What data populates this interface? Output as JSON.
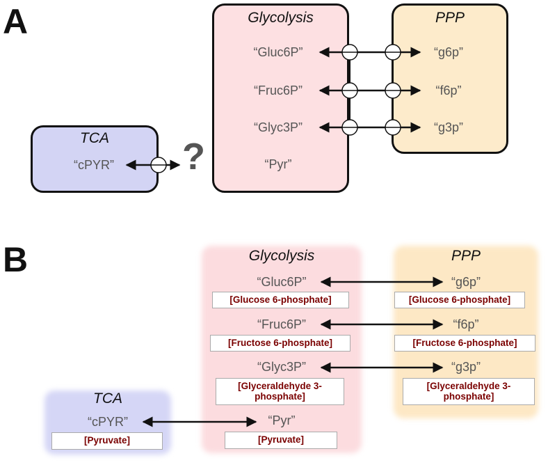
{
  "panelA": {
    "label": "A",
    "glycolysis": {
      "title": "Glycolysis",
      "metabolites": [
        "“Gluc6P”",
        "“Fruc6P”",
        "“Glyc3P”",
        "“Pyr”"
      ]
    },
    "ppp": {
      "title": "PPP",
      "metabolites": [
        "“g6p”",
        "“f6p”",
        "“g3p”"
      ]
    },
    "tca": {
      "title": "TCA",
      "metabolites": [
        "“cPYR”"
      ]
    },
    "unknown_link": "?"
  },
  "panelB": {
    "label": "B",
    "glycolysis": {
      "title": "Glycolysis",
      "metabolites": [
        "“Gluc6P”",
        "“Fruc6P”",
        "“Glyc3P”",
        "“Pyr”"
      ],
      "names": [
        "[Glucose 6-phosphate]",
        "[Fructose 6-phosphate]",
        "[Glyceraldehyde 3-phosphate]",
        "[Pyruvate]"
      ]
    },
    "ppp": {
      "title": "PPP",
      "metabolites": [
        "“g6p”",
        "“f6p”",
        "“g3p”"
      ],
      "names": [
        "[Glucose 6-phosphate]",
        "[Fructose 6-phosphate]",
        "[Glyceraldehyde 3-phosphate]"
      ]
    },
    "tca": {
      "title": "TCA",
      "metabolites": [
        "“cPYR”"
      ],
      "names": [
        "[Pyruvate]"
      ]
    }
  },
  "colors": {
    "glycolysis_fill": "#fde0e2",
    "ppp_fill": "#fdebcb",
    "tca_fill": "#d3d4f4",
    "compound_name": "#7a0000"
  }
}
